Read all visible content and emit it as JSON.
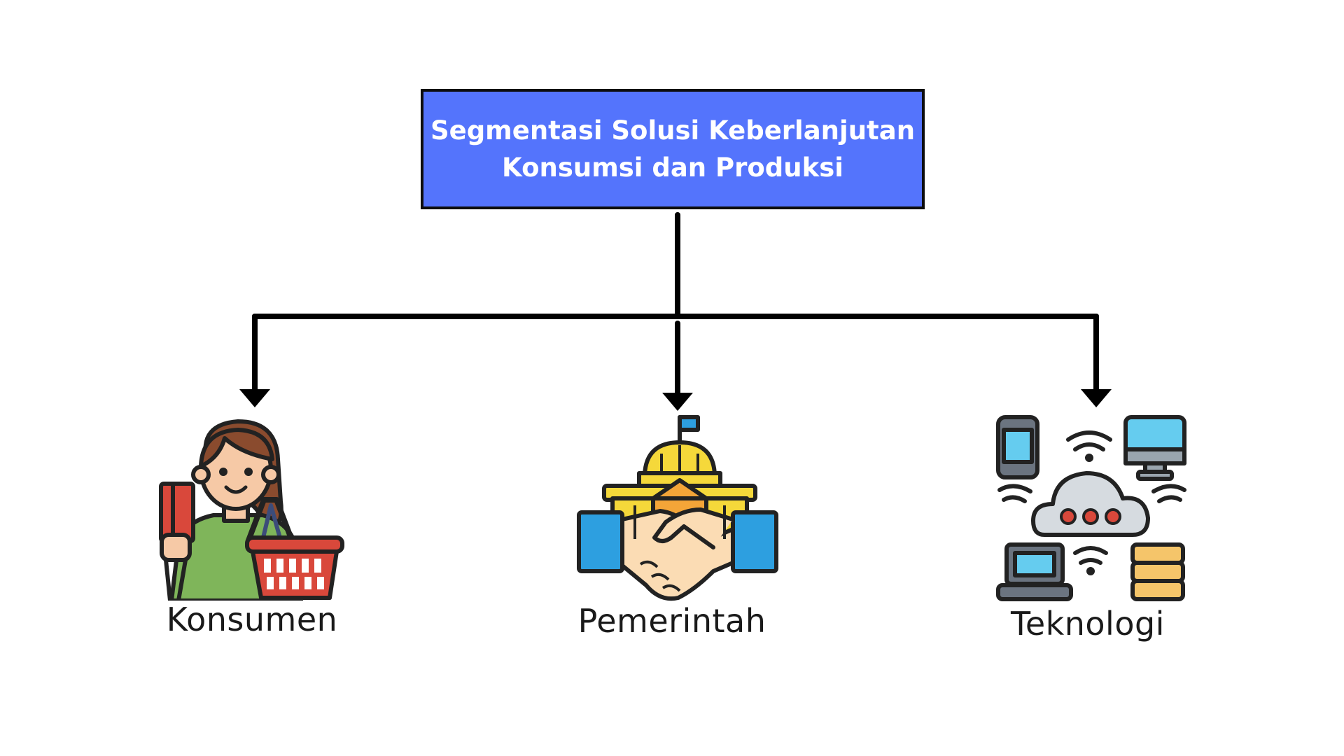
{
  "diagram": {
    "root": {
      "line1": "Segmentasi Solusi Keberlanjutan",
      "line2": "Konsumsi dan Produksi",
      "fill_color": "#5474fc",
      "border_color": "#0d0d0d"
    },
    "connector_color": "#000000",
    "children": [
      {
        "label": "Konsumen",
        "icon": "shopper-with-basket-icon"
      },
      {
        "label": "Pemerintah",
        "icon": "government-handshake-icon"
      },
      {
        "label": "Teknologi",
        "icon": "cloud-network-devices-icon"
      }
    ]
  }
}
